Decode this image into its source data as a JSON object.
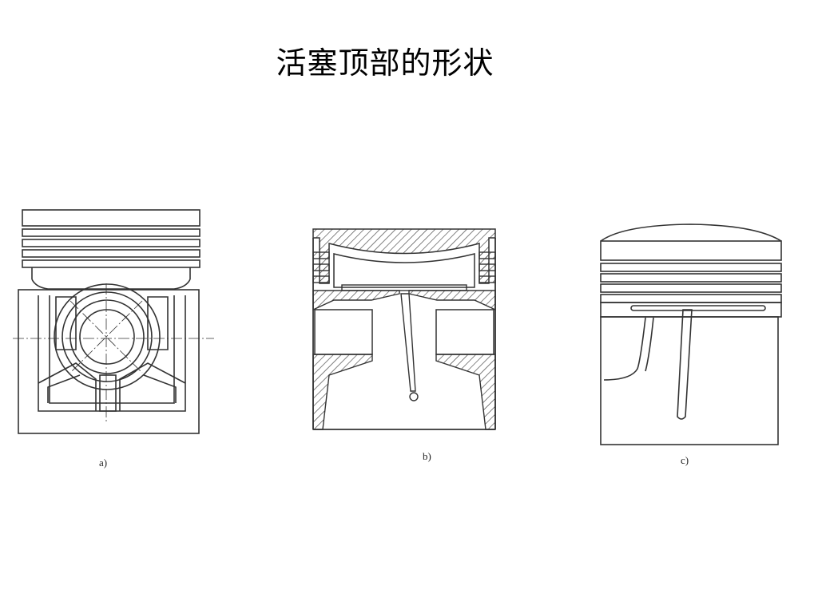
{
  "slide": {
    "title": "活塞顶部的形状"
  },
  "figures": [
    {
      "id": "a",
      "label": "a)"
    },
    {
      "id": "b",
      "label": "b)"
    },
    {
      "id": "c",
      "label": "c)"
    }
  ],
  "colors": {
    "line": "#333333",
    "background": "#ffffff"
  }
}
